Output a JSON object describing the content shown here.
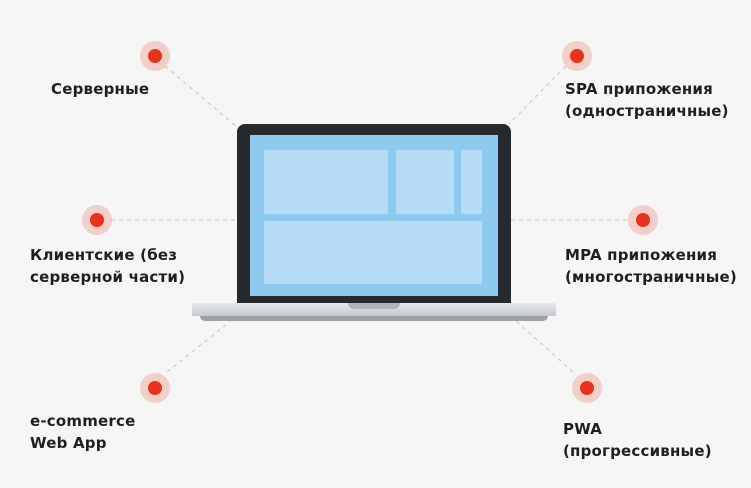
{
  "nodes": [
    {
      "id": "servernye",
      "lines": [
        "Серверные"
      ]
    },
    {
      "id": "spa",
      "lines": [
        "SPA припожения",
        "(одностраничные)"
      ]
    },
    {
      "id": "klientskie",
      "lines": [
        "Клиентские (без",
        "серверной части)"
      ]
    },
    {
      "id": "mpa",
      "lines": [
        "MPA припожения",
        "(многостраничные)"
      ]
    },
    {
      "id": "ecommerce",
      "lines": [
        "e-commerce",
        "Web App"
      ]
    },
    {
      "id": "pwa",
      "lines": [
        "PWA",
        "(прогрессивные)"
      ]
    }
  ],
  "colors": {
    "accent": "#e8321c",
    "accent_halo": "#f6c9bf",
    "screen": "#8ec9ef",
    "screen_panel": "#b6dcf5",
    "bezel": "#262a2e",
    "connector": "#c4c4c4",
    "text": "#1f1f1f"
  },
  "icons": {
    "center": "laptop-icon",
    "marker": "dot-marker-icon"
  }
}
